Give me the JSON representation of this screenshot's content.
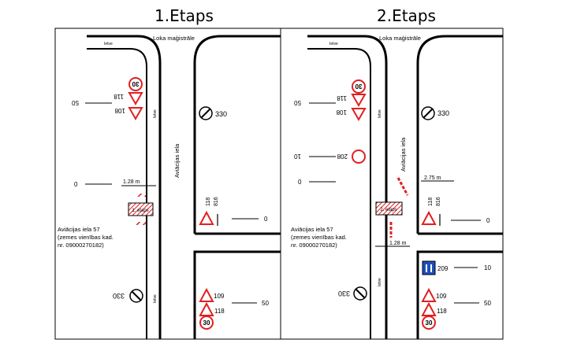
{
  "stages": [
    {
      "title": "1.Etaps",
      "road_main": "Loka maģistrāle",
      "road_side": "Aviācijas iela",
      "lane_label": "Ietve",
      "address_lines": [
        "Aviācijas iela 57",
        "(zemes vienības kad.",
        "nr. 09000270182)"
      ],
      "width_label": "1.28 m",
      "work_zone_label": "1. etaps",
      "left_distances": [
        "50",
        "0"
      ],
      "right_distances": [
        "0",
        "50"
      ],
      "signs": {
        "s30": "30",
        "s118": "118",
        "s108": "108",
        "s330": "330",
        "s816": "816",
        "s109": "109"
      }
    },
    {
      "title": "2.Etaps",
      "road_main": "Loka maģistrāle",
      "road_side": "Aviācijas iela",
      "lane_label": "Ietve",
      "address_lines": [
        "Aviācijas iela 57",
        "(zemes vienības kad.",
        "nr. 09000270182)"
      ],
      "width_label_top": "2.75 m",
      "width_label_bottom": "1.28 m",
      "work_zone_label": "2. etaps",
      "left_distances": [
        "50",
        "10",
        "0"
      ],
      "right_distances": [
        "0",
        "10",
        "50"
      ],
      "signs": {
        "s30": "30",
        "s118": "118",
        "s108": "108",
        "s208": "208",
        "s330": "330",
        "s816": "816",
        "s209": "209",
        "s109": "109"
      }
    }
  ],
  "colors": {
    "sign_red": "#e02020",
    "sign_blue": "#1f4fbf",
    "road": "#000000"
  }
}
